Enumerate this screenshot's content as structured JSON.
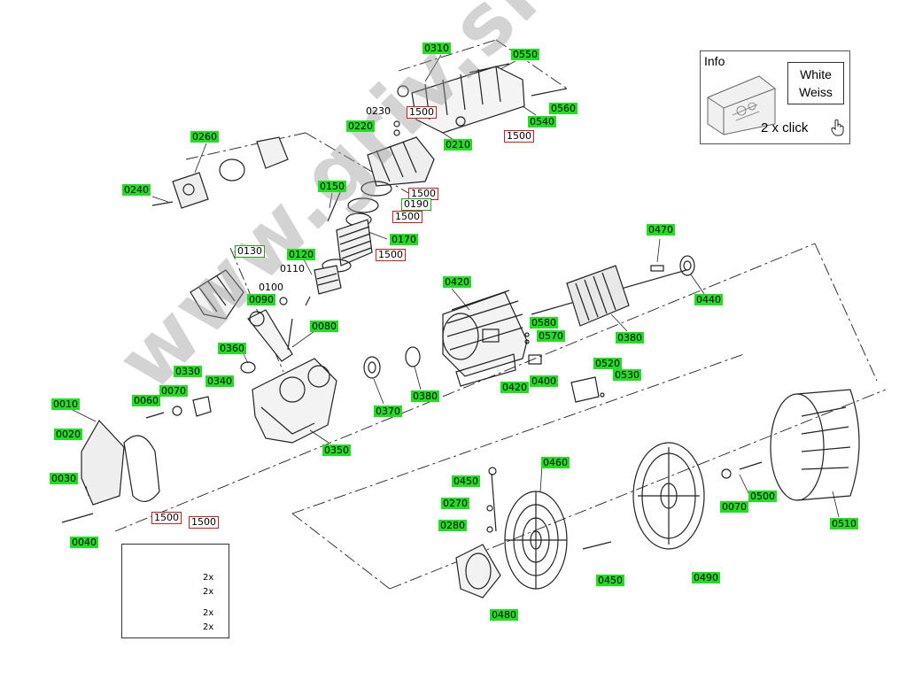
{
  "info_panel": {
    "title": "Info",
    "button_line1": "White",
    "button_line2": "Weiss",
    "click_hint": "2 x click"
  },
  "inset": {
    "qty_1": "2x",
    "qty_2": "2x",
    "qty_3": "2x",
    "qty_4": "2x"
  },
  "watermark": "www.griv.sk",
  "parts": {
    "p0310": "0310",
    "p0550": "0550",
    "p0560": "0560",
    "p0540": "0540",
    "p1500_a": "1500",
    "p1500_b": "1500",
    "p0230": "0230",
    "p0220": "0220",
    "p0210": "0210",
    "p0260": "0260",
    "p0240": "0240",
    "p0150": "0150",
    "p1500_c": "1500",
    "p0190": "0190",
    "p1500_d": "1500",
    "p0170": "0170",
    "p1500_e": "1500",
    "p0130": "0130",
    "p0120": "0120",
    "p0110": "0110",
    "p0100": "0100",
    "p0090": "0090",
    "p0080": "0080",
    "p0360": "0360",
    "p0330": "0330",
    "p0340": "0340",
    "p0070_a": "0070",
    "p0060": "0060",
    "p0010": "0010",
    "p0020": "0020",
    "p0030": "0030",
    "p0040": "0040",
    "p1500_f": "1500",
    "p1500_g": "1500",
    "p0350": "0350",
    "p0370": "0370",
    "p0380_a": "0380",
    "p0420_a": "0420",
    "p0420_b": "0420",
    "p0400": "0400",
    "p0580": "0580",
    "p0570": "0570",
    "p0470": "0470",
    "p0440": "0440",
    "p0380_b": "0380",
    "p0520": "0520",
    "p0530": "0530",
    "p0460": "0460",
    "p0450_a": "0450",
    "p0270": "0270",
    "p0280": "0280",
    "p0480": "0480",
    "p0450_b": "0450",
    "p0490": "0490",
    "p0070_b": "0070",
    "p0500": "0500",
    "p0510": "0510"
  }
}
